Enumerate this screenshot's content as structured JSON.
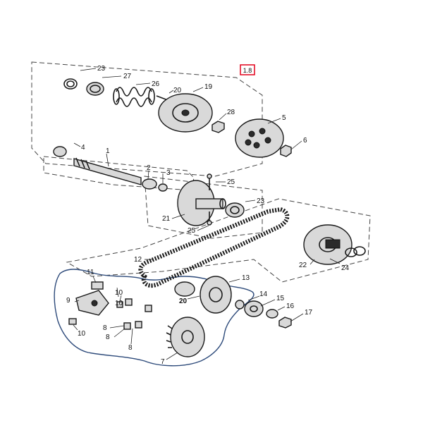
{
  "diagram": {
    "reference_number": "1.8",
    "colors": {
      "reference_box": "#e2001a",
      "highlight_outline": "#2d4a7a",
      "line": "#1a1a1a"
    },
    "callouts": [
      {
        "id": "c23a",
        "label": "23"
      },
      {
        "id": "c27",
        "label": "27"
      },
      {
        "id": "c26",
        "label": "26"
      },
      {
        "id": "c20a",
        "label": "20"
      },
      {
        "id": "c19",
        "label": "19"
      },
      {
        "id": "c28",
        "label": "28"
      },
      {
        "id": "c5",
        "label": "5"
      },
      {
        "id": "c6",
        "label": "6"
      },
      {
        "id": "c4",
        "label": "4"
      },
      {
        "id": "c1",
        "label": "1"
      },
      {
        "id": "c2",
        "label": "2"
      },
      {
        "id": "c3",
        "label": "3"
      },
      {
        "id": "c25a",
        "label": "25"
      },
      {
        "id": "c23b",
        "label": "23"
      },
      {
        "id": "c21",
        "label": "21"
      },
      {
        "id": "c25b",
        "label": "25"
      },
      {
        "id": "c12",
        "label": "12"
      },
      {
        "id": "c22",
        "label": "22"
      },
      {
        "id": "c24",
        "label": "24"
      },
      {
        "id": "c11",
        "label": "11"
      },
      {
        "id": "c10a",
        "label": "10"
      },
      {
        "id": "c9",
        "label": "9"
      },
      {
        "id": "c10b",
        "label": "10"
      },
      {
        "id": "c10c",
        "label": "10"
      },
      {
        "id": "c8a",
        "label": "8"
      },
      {
        "id": "c8b",
        "label": "8"
      },
      {
        "id": "c8c",
        "label": "8"
      },
      {
        "id": "c7",
        "label": "7"
      },
      {
        "id": "c20b",
        "label": "20"
      },
      {
        "id": "c13",
        "label": "13"
      },
      {
        "id": "c14",
        "label": "14"
      },
      {
        "id": "c15",
        "label": "15"
      },
      {
        "id": "c16",
        "label": "16"
      },
      {
        "id": "c17",
        "label": "17"
      }
    ]
  }
}
